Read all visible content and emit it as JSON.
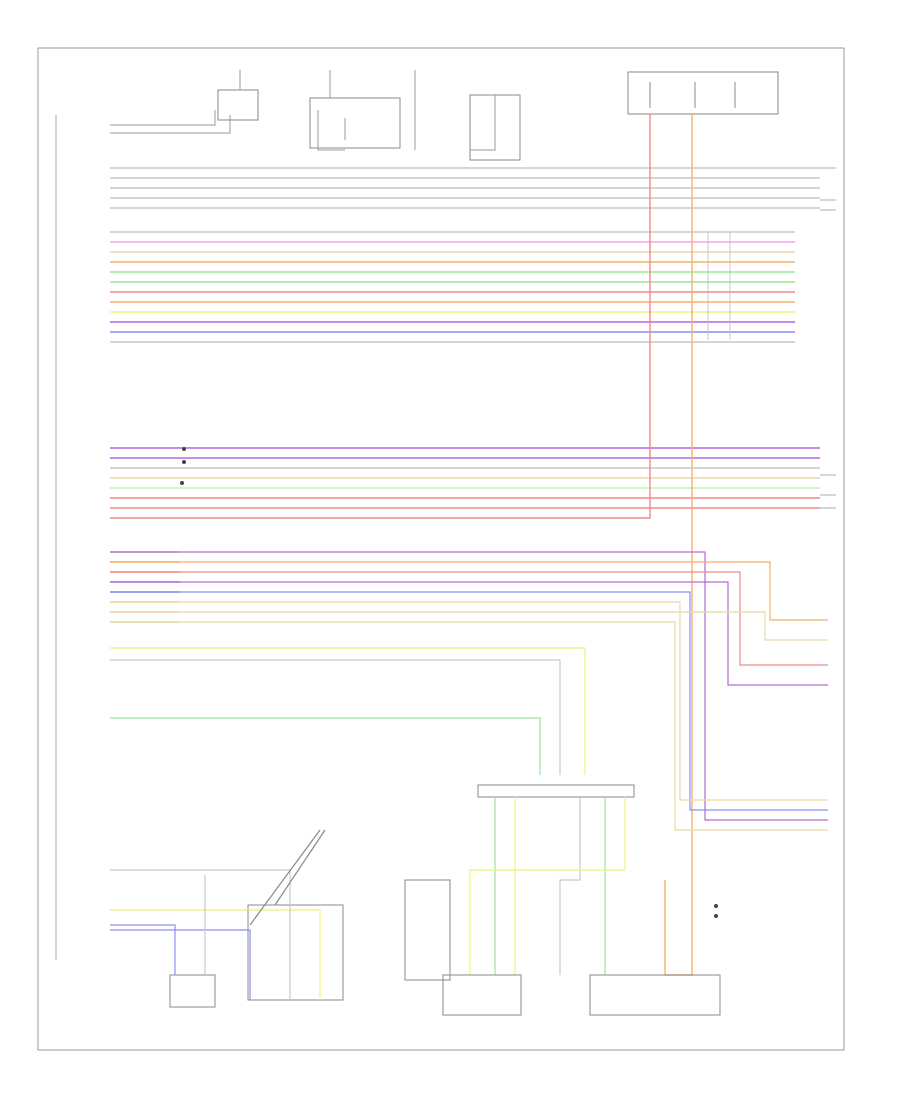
{
  "diagram": {
    "wire_colors": {
      "red": "#f08a8a",
      "orange": "#f5b06a",
      "pink": "#f7a6e0",
      "yellow": "#f2ef7a",
      "green": "#9be59b",
      "magenta": "#b46ad6",
      "blue": "#8a8ff2",
      "tan": "#e8d8a8",
      "gray": "#c9c9c9",
      "lightgreen": "#c6f0b0",
      "black": "#555555"
    },
    "top_bus_colors": [
      "gray",
      "gray",
      "gray",
      "gray",
      "gray"
    ],
    "main_bus_colors": [
      "gray",
      "pink",
      "tan",
      "orange",
      "green",
      "green",
      "red",
      "orange",
      "yellow",
      "magenta",
      "blue",
      "gray"
    ],
    "mid_bus_colors": [
      "magenta",
      "magenta",
      "gray",
      "tan",
      "lightgreen",
      "red",
      "red"
    ],
    "lower_bus_colors": [
      "green",
      "orange",
      "red",
      "magenta",
      "blue",
      "tan",
      "tan",
      "tan"
    ],
    "component_labels": [],
    "notes": []
  }
}
